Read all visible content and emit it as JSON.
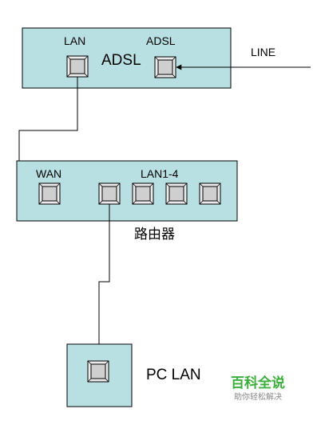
{
  "adsl_box": {
    "title": "ADSL",
    "lan_label": "LAN",
    "adsl_label": "ADSL",
    "line_label": "LINE"
  },
  "router_box": {
    "wan_label": "WAN",
    "lan_ports_label": "LAN1-4",
    "caption": "路由器"
  },
  "pc_box": {
    "caption": "PC LAN"
  },
  "watermark": {
    "title": "百科全说",
    "subtitle": "助你轻松解决"
  },
  "colors": {
    "box_fill": "#b8e0e3",
    "port_fill": "#d0d0d0",
    "line": "#000000",
    "watermark_green": "#3cae3c",
    "watermark_gray": "#888888"
  }
}
